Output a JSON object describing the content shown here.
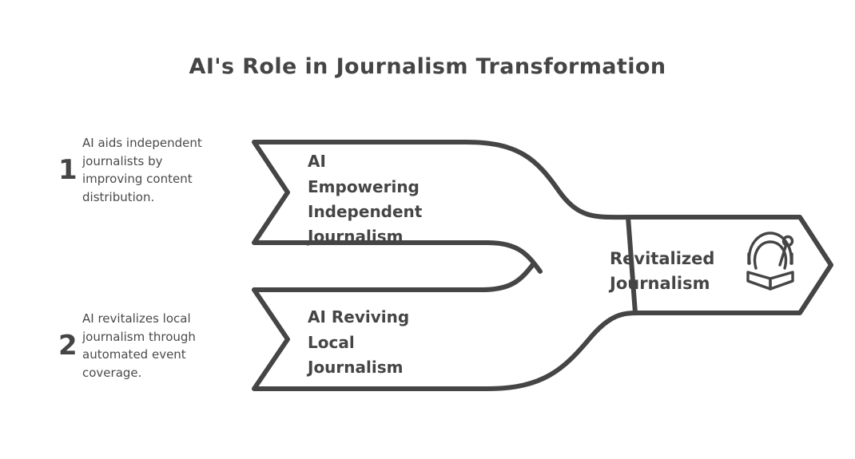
{
  "page": {
    "title": "AI's Role in Journalism Transformation",
    "background_color": "#ffffff",
    "stroke_color": "#454545",
    "text_color": "#454545"
  },
  "notes": [
    {
      "number": "1",
      "text": "AI aids independent journalists by improving content distribution."
    },
    {
      "number": "2",
      "text": "AI revitalizes local journalism through automated event coverage."
    }
  ],
  "flow": {
    "inputs": [
      {
        "id": "ai-empowering-independent-journalism",
        "lines": [
          "AI",
          "Empowering",
          "Independent",
          "Journalism"
        ]
      },
      {
        "id": "ai-reviving-local-journalism",
        "lines": [
          "AI Reviving",
          "Local",
          "Journalism"
        ]
      }
    ],
    "output": {
      "id": "revitalized-journalism",
      "lines": [
        "Revitalized",
        "Journalism"
      ],
      "icon": "open-book-with-arc-and-pin-icon"
    }
  }
}
